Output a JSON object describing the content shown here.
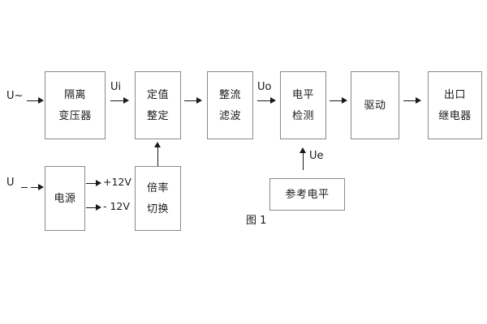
{
  "figure": {
    "caption": "图 1",
    "colors": {
      "box_border": "#8a8a8a",
      "line": "#1a1a1a",
      "text": "#1a1a1a",
      "background": "#ffffff"
    }
  },
  "inputs": {
    "ac_source_label": "U~",
    "dc_source_label": "U"
  },
  "signals": {
    "ui": "Ui",
    "uo": "Uo",
    "ue": "Ue",
    "pos12v": "+12V",
    "neg12v": "- 12V"
  },
  "blocks": {
    "isolation_transformer": {
      "line1": "隔离",
      "line2": "变压器"
    },
    "setting_value": {
      "line1": "定值",
      "line2": "整定"
    },
    "rectify_filter": {
      "line1": "整流",
      "line2": "滤波"
    },
    "level_detection": {
      "line1": "电平",
      "line2": "检测"
    },
    "drive": {
      "line1": "驱动"
    },
    "output_relay": {
      "line1": "出口",
      "line2": "继电器"
    },
    "power_supply": {
      "line1": "电源"
    },
    "multiplier_switch": {
      "line1": "倍率",
      "line2": "切换"
    },
    "reference_level": {
      "line1": "参考电平"
    }
  }
}
